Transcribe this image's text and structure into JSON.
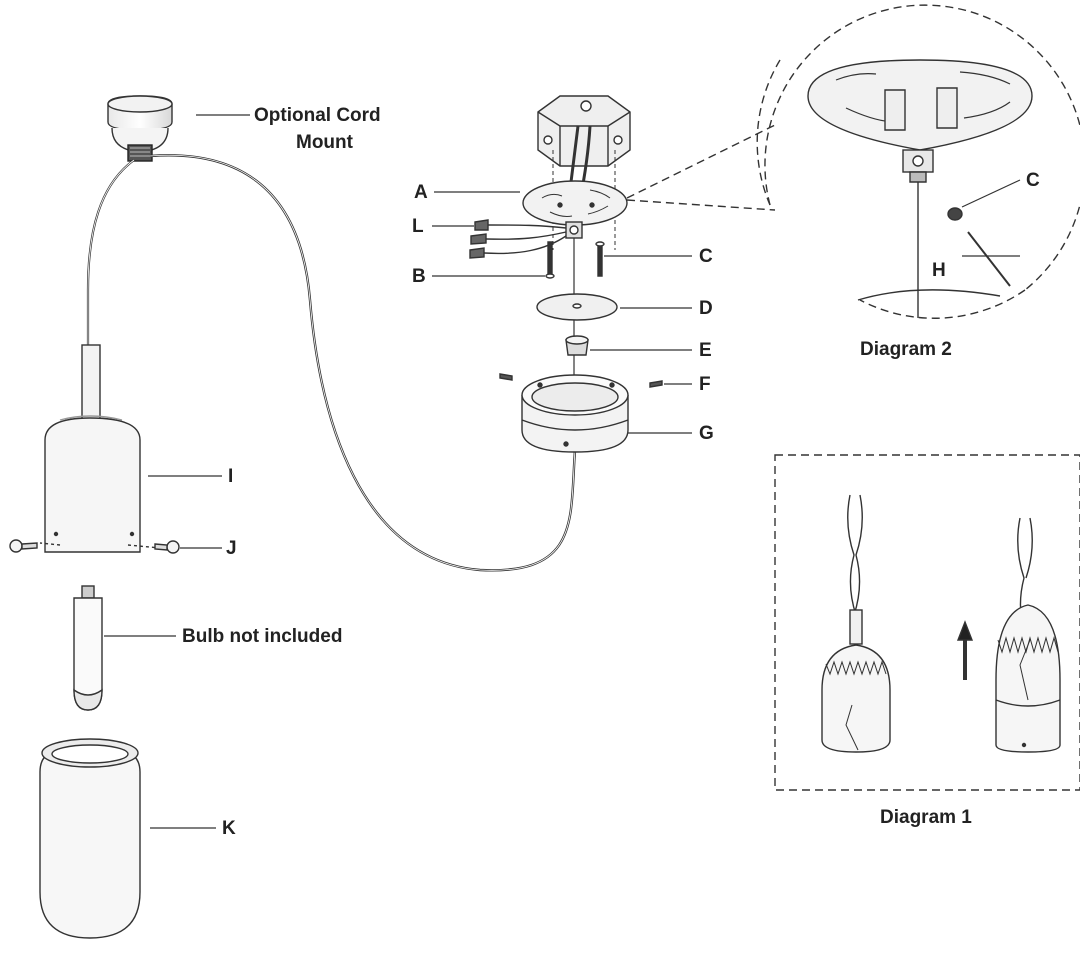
{
  "parts": {
    "A": "A",
    "B": "B",
    "C": "C",
    "D": "D",
    "E": "E",
    "F": "F",
    "G": "G",
    "H": "H",
    "I": "I",
    "J": "J",
    "K": "K",
    "L": "L"
  },
  "callouts": {
    "optional_cord_mount_line1": "Optional Cord",
    "optional_cord_mount_line2": "Mount",
    "bulb_not_included": "Bulb not included"
  },
  "diagram_captions": {
    "diagram_1": "Diagram 1",
    "diagram_2": "Diagram 2"
  },
  "colors": {
    "line": "#333333",
    "fill": "#ffffff",
    "shade": "#dcdcdc"
  }
}
